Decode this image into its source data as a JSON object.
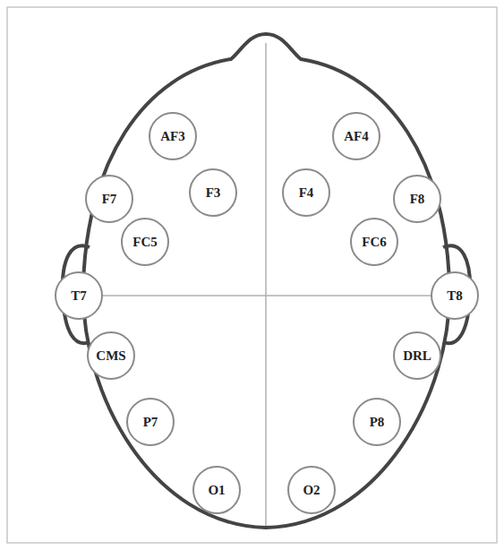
{
  "diagram": {
    "nodes": [
      {
        "text": [
          "AF3"
        ]
      },
      {
        "text": [
          "AF4"
        ]
      },
      {
        "text": [
          "F7"
        ]
      },
      {
        "text": [
          "F3"
        ]
      },
      {
        "text": [
          "F4"
        ]
      },
      {
        "text": [
          "F8"
        ]
      },
      {
        "text": [
          "FC5"
        ]
      },
      {
        "text": [
          "FC6"
        ]
      },
      {
        "text": [
          "T7"
        ]
      },
      {
        "text": [
          "T8"
        ]
      },
      {
        "text": [
          "CMS"
        ]
      },
      {
        "text": [
          "DRL"
        ]
      },
      {
        "text": [
          "P7"
        ]
      },
      {
        "text": [
          "P8"
        ]
      },
      {
        "text": [
          "O1"
        ]
      },
      {
        "text": [
          "O2"
        ]
      }
    ]
  }
}
